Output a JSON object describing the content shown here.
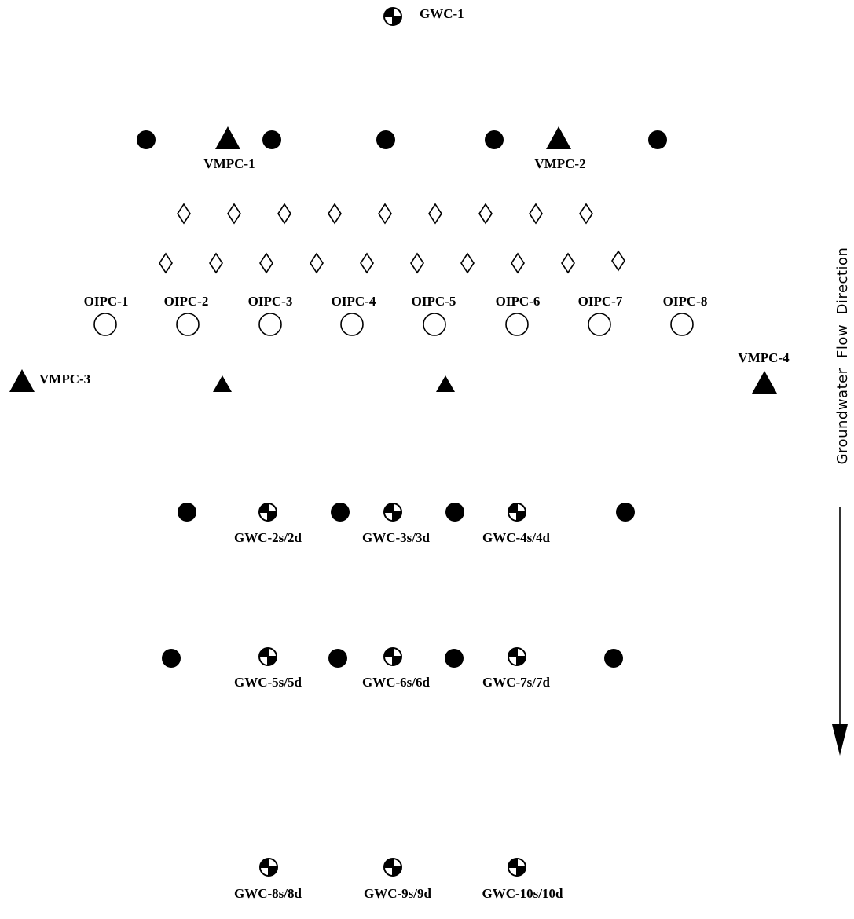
{
  "gwc_top": {
    "label": "GWC-1"
  },
  "vmpc": [
    {
      "label": "VMPC-1"
    },
    {
      "label": "VMPC-2"
    },
    {
      "label": "VMPC-3"
    },
    {
      "label": "VMPC-4"
    }
  ],
  "oipc": [
    {
      "label": "OIPC-1"
    },
    {
      "label": "OIPC-2"
    },
    {
      "label": "OIPC-3"
    },
    {
      "label": "OIPC-4"
    },
    {
      "label": "OIPC-5"
    },
    {
      "label": "OIPC-6"
    },
    {
      "label": "OIPC-7"
    },
    {
      "label": "OIPC-8"
    }
  ],
  "gwc_pairs": [
    {
      "label": "GWC-2s/2d"
    },
    {
      "label": "GWC-3s/3d"
    },
    {
      "label": "GWC-4s/4d"
    },
    {
      "label": "GWC-5s/5d"
    },
    {
      "label": "GWC-6s/6d"
    },
    {
      "label": "GWC-7s/7d"
    },
    {
      "label": "GWC-8s/8d"
    },
    {
      "label": "GWC-9s/9d"
    },
    {
      "label": "GWC-10s/10d"
    }
  ],
  "flow": {
    "label": "Groundwater  Flow  Direction"
  }
}
